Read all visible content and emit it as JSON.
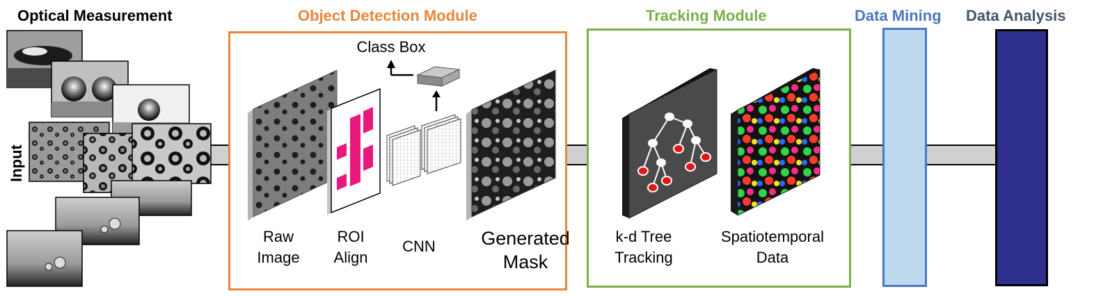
{
  "sections": {
    "optical": {
      "title": "Optical Measurement",
      "input_label": "Input"
    },
    "detection": {
      "title": "Object Detection Module"
    },
    "tracking": {
      "title": "Tracking Module"
    },
    "mining": {
      "title": "Data Mining"
    },
    "analysis": {
      "title": "Data Analysis"
    }
  },
  "detection_items": {
    "class_box": "Class Box",
    "raw": {
      "line1": "Raw",
      "line2": "Image"
    },
    "roi": {
      "line1": "ROI",
      "line2": "Align"
    },
    "cnn": "CNN",
    "mask": {
      "line1": "Generated",
      "line2": "Mask"
    }
  },
  "tracking_items": {
    "kd": {
      "line1": "k-d Tree",
      "line2": "Tracking"
    },
    "spatio": {
      "line1": "Spatiotemporal",
      "line2": "Data"
    }
  },
  "colors": {
    "detection": "#E8863A",
    "tracking": "#78B04A",
    "mining": "#4A78C2",
    "mining_fill": "#BDD7EE",
    "analysis": "#44546A",
    "analysis_fill": "#2E2F8F",
    "roi_pink": "#E8187C",
    "connector": "#D0D0D0"
  }
}
